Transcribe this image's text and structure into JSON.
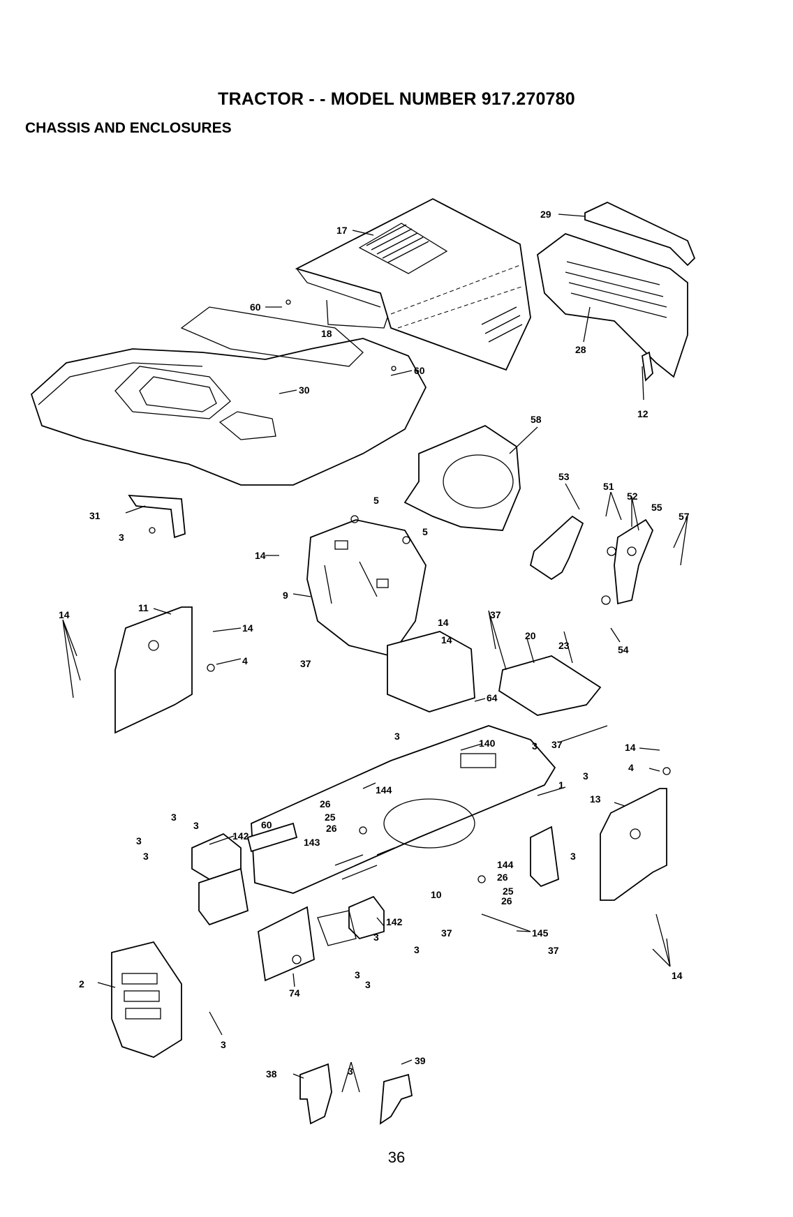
{
  "header": {
    "title": "TRACTOR - - MODEL NUMBER 917.270780",
    "subtitle": "CHASSIS AND ENCLOSURES"
  },
  "page_number": "36",
  "callouts": [
    {
      "id": "c29",
      "text": "29"
    },
    {
      "id": "c17",
      "text": "17"
    },
    {
      "id": "c60a",
      "text": "60"
    },
    {
      "id": "c18",
      "text": "18"
    },
    {
      "id": "c28",
      "text": "28"
    },
    {
      "id": "c60b",
      "text": "60"
    },
    {
      "id": "c30",
      "text": "30"
    },
    {
      "id": "c12",
      "text": "12"
    },
    {
      "id": "c58",
      "text": "58"
    },
    {
      "id": "c53",
      "text": "53"
    },
    {
      "id": "c51",
      "text": "51"
    },
    {
      "id": "c52",
      "text": "52"
    },
    {
      "id": "c55",
      "text": "55"
    },
    {
      "id": "c57",
      "text": "57"
    },
    {
      "id": "c5a",
      "text": "5"
    },
    {
      "id": "c5b",
      "text": "5"
    },
    {
      "id": "c31",
      "text": "31"
    },
    {
      "id": "c3a",
      "text": "3"
    },
    {
      "id": "c14a",
      "text": "14"
    },
    {
      "id": "c9",
      "text": "9"
    },
    {
      "id": "c11",
      "text": "11"
    },
    {
      "id": "c14b",
      "text": "14"
    },
    {
      "id": "c14c",
      "text": "14"
    },
    {
      "id": "c4a",
      "text": "4"
    },
    {
      "id": "c14d",
      "text": "14"
    },
    {
      "id": "c14e",
      "text": "14"
    },
    {
      "id": "c37a",
      "text": "37"
    },
    {
      "id": "c37b",
      "text": "37"
    },
    {
      "id": "c20",
      "text": "20"
    },
    {
      "id": "c23",
      "text": "23"
    },
    {
      "id": "c54",
      "text": "54"
    },
    {
      "id": "c64",
      "text": "64"
    },
    {
      "id": "c3b",
      "text": "3"
    },
    {
      "id": "c140",
      "text": "140"
    },
    {
      "id": "c3c",
      "text": "3"
    },
    {
      "id": "c37c",
      "text": "37"
    },
    {
      "id": "c14f",
      "text": "14"
    },
    {
      "id": "c4b",
      "text": "4"
    },
    {
      "id": "c3d",
      "text": "3"
    },
    {
      "id": "c1",
      "text": "1"
    },
    {
      "id": "c144a",
      "text": "144"
    },
    {
      "id": "c13",
      "text": "13"
    },
    {
      "id": "c26a",
      "text": "26"
    },
    {
      "id": "c25a",
      "text": "25"
    },
    {
      "id": "c26b",
      "text": "26"
    },
    {
      "id": "c3e",
      "text": "3"
    },
    {
      "id": "c3f",
      "text": "3"
    },
    {
      "id": "c60c",
      "text": "60"
    },
    {
      "id": "c142a",
      "text": "142"
    },
    {
      "id": "c3g",
      "text": "3"
    },
    {
      "id": "c3h",
      "text": "3"
    },
    {
      "id": "c143",
      "text": "143"
    },
    {
      "id": "c3i",
      "text": "3"
    },
    {
      "id": "c144b",
      "text": "144"
    },
    {
      "id": "c26c",
      "text": "26"
    },
    {
      "id": "c10",
      "text": "10"
    },
    {
      "id": "c25b",
      "text": "25"
    },
    {
      "id": "c26d",
      "text": "26"
    },
    {
      "id": "c142b",
      "text": "142"
    },
    {
      "id": "c3j",
      "text": "3"
    },
    {
      "id": "c37d",
      "text": "37"
    },
    {
      "id": "c145",
      "text": "145"
    },
    {
      "id": "c3k",
      "text": "3"
    },
    {
      "id": "c37e",
      "text": "37"
    },
    {
      "id": "c3l",
      "text": "3"
    },
    {
      "id": "c3m",
      "text": "3"
    },
    {
      "id": "c2",
      "text": "2"
    },
    {
      "id": "c74",
      "text": "74"
    },
    {
      "id": "c14g",
      "text": "14"
    },
    {
      "id": "c3n",
      "text": "3"
    },
    {
      "id": "c38",
      "text": "38"
    },
    {
      "id": "c3o",
      "text": "3"
    },
    {
      "id": "c39",
      "text": "39"
    }
  ]
}
